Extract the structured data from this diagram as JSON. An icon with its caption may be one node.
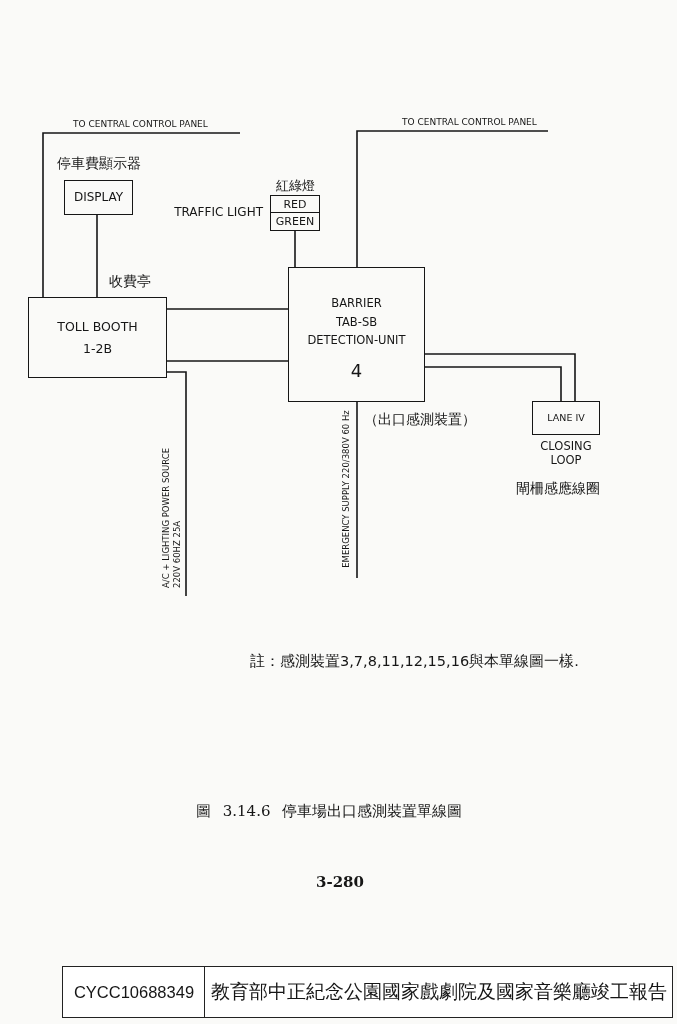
{
  "diagram": {
    "caption": "圖 3.14.6 停車場出口感測裝置單線圖",
    "nodes": [
      {
        "text": [
          "停車費顯示器",
          "DISPLAY"
        ]
      },
      {
        "text": [
          "紅綠燈",
          "RED",
          "GREEN"
        ],
        "beside": [
          "TRAFFIC LIGHT"
        ]
      },
      {
        "text": [
          "收費亭",
          "TOLL BOOTH 1-2B"
        ]
      },
      {
        "text": [
          "BARRIER TAB-SB DETECTION-UNIT",
          "4"
        ],
        "beside": [
          "（出口感測裝置）"
        ]
      },
      {
        "text": [
          "LANE IV"
        ],
        "beside": [
          "CLOSING LOOP",
          "閘柵感應線圈"
        ]
      }
    ],
    "edges": [
      {
        "from": 2,
        "to": null,
        "arrow": "none",
        "label": "TO CENTRAL CONTROL PANEL"
      },
      {
        "from": 3,
        "to": null,
        "arrow": "none",
        "label": "TO CENTRAL CONTROL PANEL"
      },
      {
        "from": 0,
        "to": 2,
        "arrow": "none"
      },
      {
        "from": 1,
        "to": 3,
        "arrow": "none"
      },
      {
        "from": 2,
        "to": 3,
        "arrow": "none"
      },
      {
        "from": 2,
        "to": 3,
        "arrow": "none"
      },
      {
        "from": 3,
        "to": 4,
        "arrow": "none"
      },
      {
        "from": 3,
        "to": 4,
        "arrow": "none"
      },
      {
        "from": 2,
        "to": null,
        "arrow": "none",
        "label": "A/C + LIGHTING POWER SOURCE 220V 60HZ 25A"
      },
      {
        "from": 3,
        "to": null,
        "arrow": "none",
        "label": "EMERGENCY SUPPLY 220/380V 60 Hz"
      }
    ],
    "labels": [
      "註：感測裝置3,7,8,11,12,15,16與本單線圖一樣.",
      "3-280",
      "CYCC10688349",
      "教育部中正紀念公園國家戲劇院及國家音樂廳竣工報告"
    ]
  }
}
